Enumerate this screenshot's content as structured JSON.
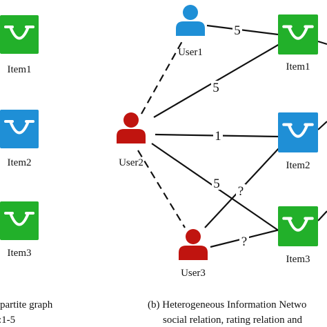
{
  "colors": {
    "green": "#22b02a",
    "blue": "#1f8fd6",
    "red": "#c0140f",
    "ink": "#111111"
  },
  "left_panel": {
    "items": [
      {
        "label": "Item1",
        "color": "green",
        "icon": "shopping-bag-icon"
      },
      {
        "label": "Item2",
        "color": "blue",
        "icon": "shopping-bag-icon"
      },
      {
        "label": "Item3",
        "color": "green",
        "icon": "shopping-bag-icon"
      }
    ],
    "caption_line1": "partite graph",
    "caption_line2": ":1-5"
  },
  "right_panel": {
    "users": [
      {
        "id": "user1",
        "label": "User1",
        "color": "blue",
        "icon": "user-icon"
      },
      {
        "id": "user2",
        "label": "User2",
        "color": "red",
        "icon": "user-icon"
      },
      {
        "id": "user3",
        "label": "User3",
        "color": "red",
        "icon": "user-icon"
      }
    ],
    "items": [
      {
        "id": "item1",
        "label": "Item1",
        "color": "green",
        "icon": "shopping-bag-icon"
      },
      {
        "id": "item2",
        "label": "Item2",
        "color": "blue",
        "icon": "shopping-bag-icon"
      },
      {
        "id": "item3",
        "label": "Item3",
        "color": "green",
        "icon": "shopping-bag-icon"
      }
    ],
    "edges": [
      {
        "from": "user1",
        "to": "item1",
        "style": "solid",
        "label": "5"
      },
      {
        "from": "user2",
        "to": "item1",
        "style": "solid",
        "label": "5"
      },
      {
        "from": "user2",
        "to": "item2",
        "style": "solid",
        "label": "1"
      },
      {
        "from": "user2",
        "to": "item3",
        "style": "solid",
        "label": "5"
      },
      {
        "from": "user3",
        "to": "item2",
        "style": "solid",
        "label": "?"
      },
      {
        "from": "user3",
        "to": "item3",
        "style": "solid",
        "label": "?"
      },
      {
        "from": "user2",
        "to": "user1",
        "style": "dashed",
        "label": ""
      },
      {
        "from": "user2",
        "to": "user3",
        "style": "dashed",
        "label": ""
      }
    ],
    "caption_line1": "(b) Heterogeneous Information Netwo",
    "caption_line2": "social relation, rating relation and"
  }
}
